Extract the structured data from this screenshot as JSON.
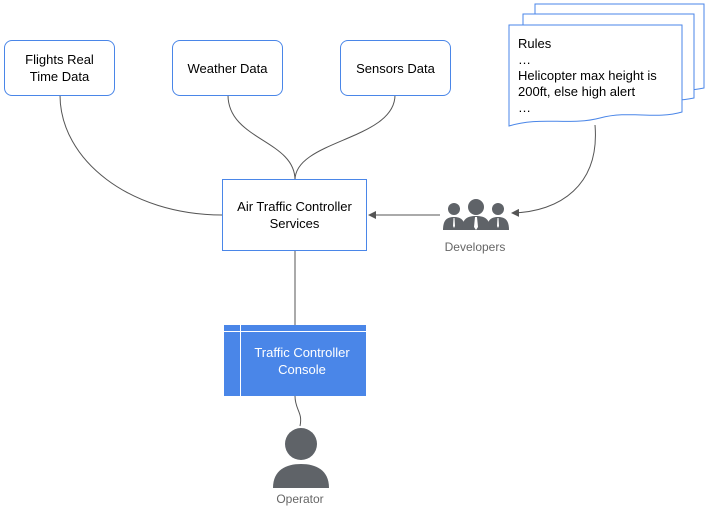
{
  "sources": [
    {
      "id": "flights",
      "label_line1": "Flights Real",
      "label_line2": "Time Data"
    },
    {
      "id": "weather",
      "label": "Weather Data"
    },
    {
      "id": "sensors",
      "label": "Sensors Data"
    }
  ],
  "rules_doc": {
    "lines": [
      "Rules",
      "…",
      "Helicopter max height is",
      "200ft, else high alert",
      "…"
    ]
  },
  "services": {
    "label_line1": "Air Traffic Controller",
    "label_line2": "Services"
  },
  "developers": {
    "label": "Developers",
    "icon": "group-users-icon"
  },
  "console": {
    "label_line1": "Traffic Controller",
    "label_line2": "Console"
  },
  "operator": {
    "label": "Operator",
    "icon": "user-icon"
  },
  "colors": {
    "accent": "#4a86e8",
    "line": "#555555",
    "icon": "#5f6368",
    "caption": "#666666"
  }
}
